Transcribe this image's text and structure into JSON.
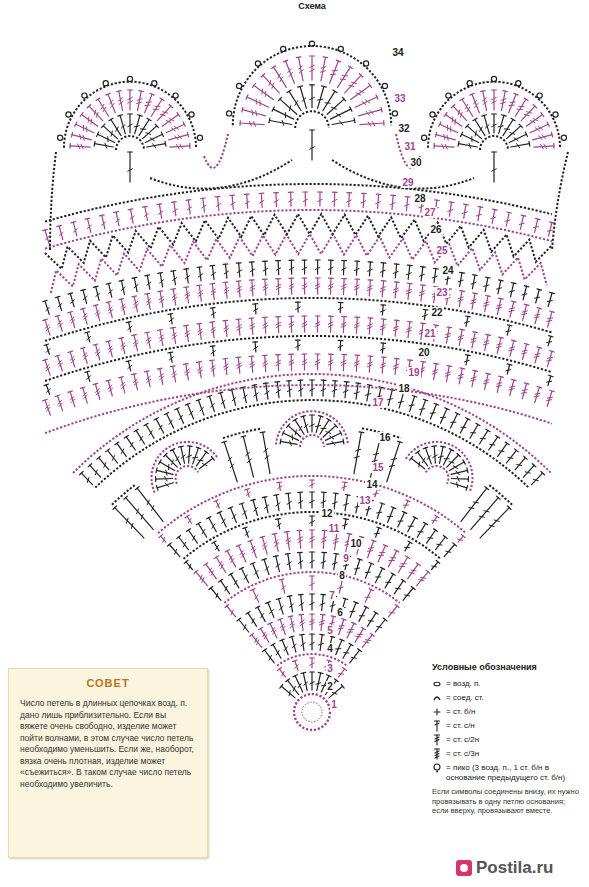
{
  "diagram": {
    "title": "Схема",
    "nodes": [
      {
        "text": [
          "СОВЕТ",
          "Число петель в длинных цепочках возд. п. дано лишь приблизительно. Если вы вяжете очень свободно, изделие может пойти волнами, в этом случае число петель необходимо уменьшить. Если же, наоборот, вязка очень плотная, изделие может «съежиться». В таком случае число петель необходимо увеличить."
        ]
      }
    ],
    "labels": [
      "34",
      "33",
      "32",
      "31",
      "30",
      "29",
      "28",
      "27",
      "26",
      "25",
      "24",
      "23",
      "22",
      "21",
      "20",
      "19",
      "18",
      "17",
      "16",
      "15",
      "14",
      "13",
      "12",
      "11",
      "10",
      "9",
      "8",
      "7",
      "6",
      "5",
      "4",
      "3",
      "2",
      "1",
      "Условные обозначения",
      "Если символы соединены внизу, их нужно провязывать в одну петлю основания; если вверху, провязывают вместе.",
      "Postila.ru"
    ],
    "legend": [
      {
        "text": "= возд. п."
      },
      {
        "text": "= соед. ст."
      },
      {
        "text": "= ст. б/н"
      },
      {
        "text": "= ст. с/н"
      },
      {
        "text": "= ст. с/2н"
      },
      {
        "text": "= ст. с/3н"
      },
      {
        "text": "= пико (3 возд. п., 1 ст. б/н в основание предыдущего ст. б/н)"
      }
    ]
  }
}
